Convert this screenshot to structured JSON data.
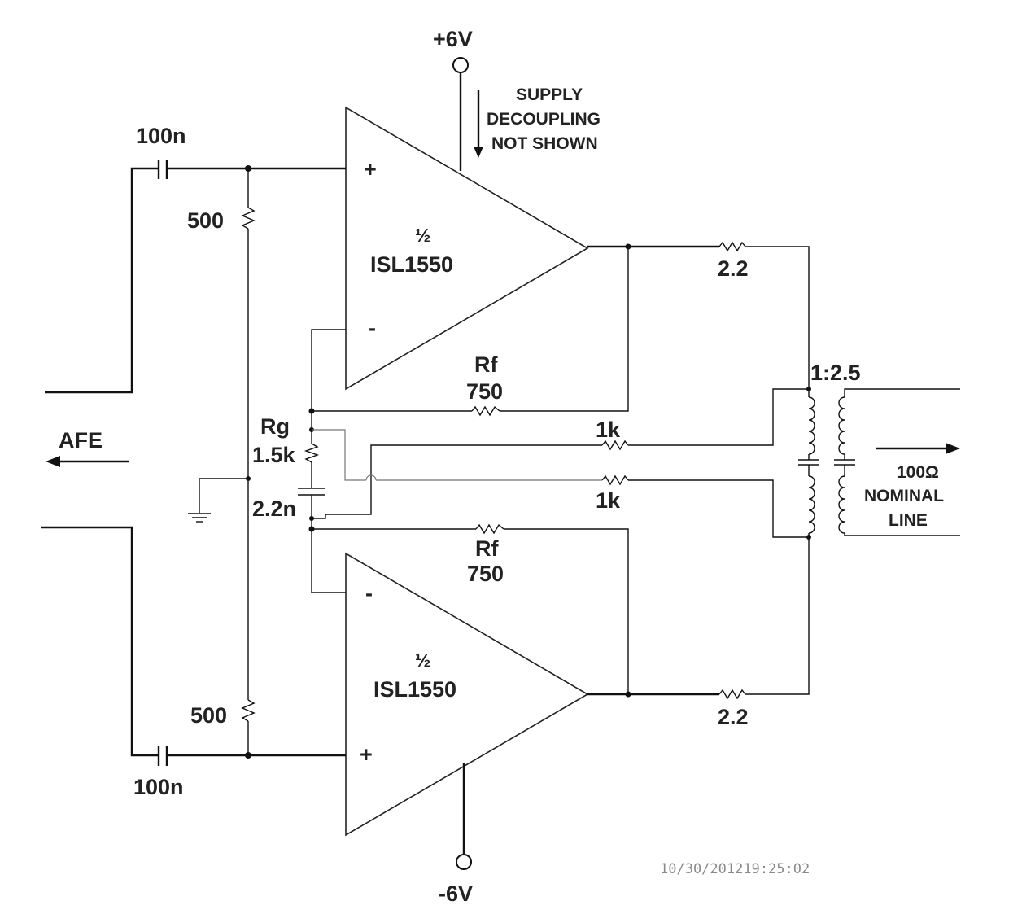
{
  "supply": {
    "pos": "+6V",
    "neg": "-6V"
  },
  "note": [
    "SUPPLY",
    "DECOUPLING",
    "NOT SHOWN"
  ],
  "opamp_top": {
    "frac": "½",
    "name": "ISL1550",
    "plus": "+",
    "minus": "-"
  },
  "opamp_bottom": {
    "frac": "½",
    "name": "ISL1550",
    "plus": "+",
    "minus": "-"
  },
  "cap_top": "100n",
  "cap_bottom": "100n",
  "bias_top": "500",
  "bias_bottom": "500",
  "rf_top": {
    "name": "Rf",
    "value": "750"
  },
  "rf_bottom": {
    "name": "Rf",
    "value": "750"
  },
  "rg": {
    "name": "Rg",
    "value": "1.5k"
  },
  "cg": "2.2n",
  "r_fb_top": "1k",
  "r_fb_bottom": "1k",
  "r_out_top": "2.2",
  "r_out_bottom": "2.2",
  "transformer_ratio": "1:2.5",
  "afe": "AFE",
  "line": [
    "100Ω",
    "NOMINAL",
    "LINE"
  ],
  "timestamp": "10/30/201219:25:02"
}
